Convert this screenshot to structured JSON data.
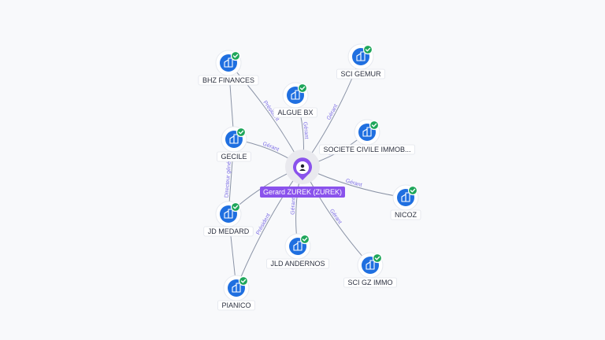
{
  "center": {
    "label": "Gerard ZUREK (ZUREK)",
    "icon": "person-icon",
    "color": "#8a52ec"
  },
  "colors": {
    "company_disc": "#1f6fe0",
    "verified_badge": "#1ea65a",
    "edge_label": "#7d6ee6"
  },
  "nodes": [
    {
      "id": "bhz",
      "label": "BHZ FINANCES",
      "icon": "company-building-icon",
      "verified": true
    },
    {
      "id": "algue",
      "label": "ALGUE BX",
      "icon": "company-building-icon",
      "verified": true
    },
    {
      "id": "gemur",
      "label": "SCI GEMUR",
      "icon": "company-building-icon",
      "verified": true
    },
    {
      "id": "immob",
      "label": "SOCIETE CIVILE IMMOB...",
      "icon": "company-building-icon",
      "verified": true
    },
    {
      "id": "gecile",
      "label": "GECILE",
      "icon": "company-building-icon",
      "verified": true
    },
    {
      "id": "nicoz",
      "label": "NICOZ",
      "icon": "company-building-icon",
      "verified": true
    },
    {
      "id": "medard",
      "label": "JD MEDARD",
      "icon": "company-building-icon",
      "verified": true
    },
    {
      "id": "andernos",
      "label": "JLD ANDERNOS",
      "icon": "company-building-icon",
      "verified": true
    },
    {
      "id": "gzimmo",
      "label": "SCI GZ IMMO",
      "icon": "company-building-icon",
      "verified": true
    },
    {
      "id": "pianico",
      "label": "PIANICO",
      "icon": "company-building-icon",
      "verified": true
    }
  ],
  "edges": [
    {
      "from": "center",
      "to": "bhz",
      "label": "Président"
    },
    {
      "from": "center",
      "to": "algue",
      "label": "Gérant"
    },
    {
      "from": "center",
      "to": "gemur",
      "label": "Gérant"
    },
    {
      "from": "center",
      "to": "immob",
      "label": "Gérant"
    },
    {
      "from": "center",
      "to": "gecile",
      "label": "Gérant"
    },
    {
      "from": "center",
      "to": "nicoz",
      "label": "Gérant"
    },
    {
      "from": "center",
      "to": "medard",
      "label": ""
    },
    {
      "from": "center",
      "to": "andernos",
      "label": "Gérant"
    },
    {
      "from": "center",
      "to": "gzimmo",
      "label": "Gérant"
    },
    {
      "from": "center",
      "to": "pianico",
      "label": "Président"
    },
    {
      "from": "bhz",
      "to": "gecile",
      "label": ""
    },
    {
      "from": "gecile",
      "to": "medard",
      "label": "Directeur général"
    },
    {
      "from": "medard",
      "to": "pianico",
      "label": ""
    }
  ]
}
